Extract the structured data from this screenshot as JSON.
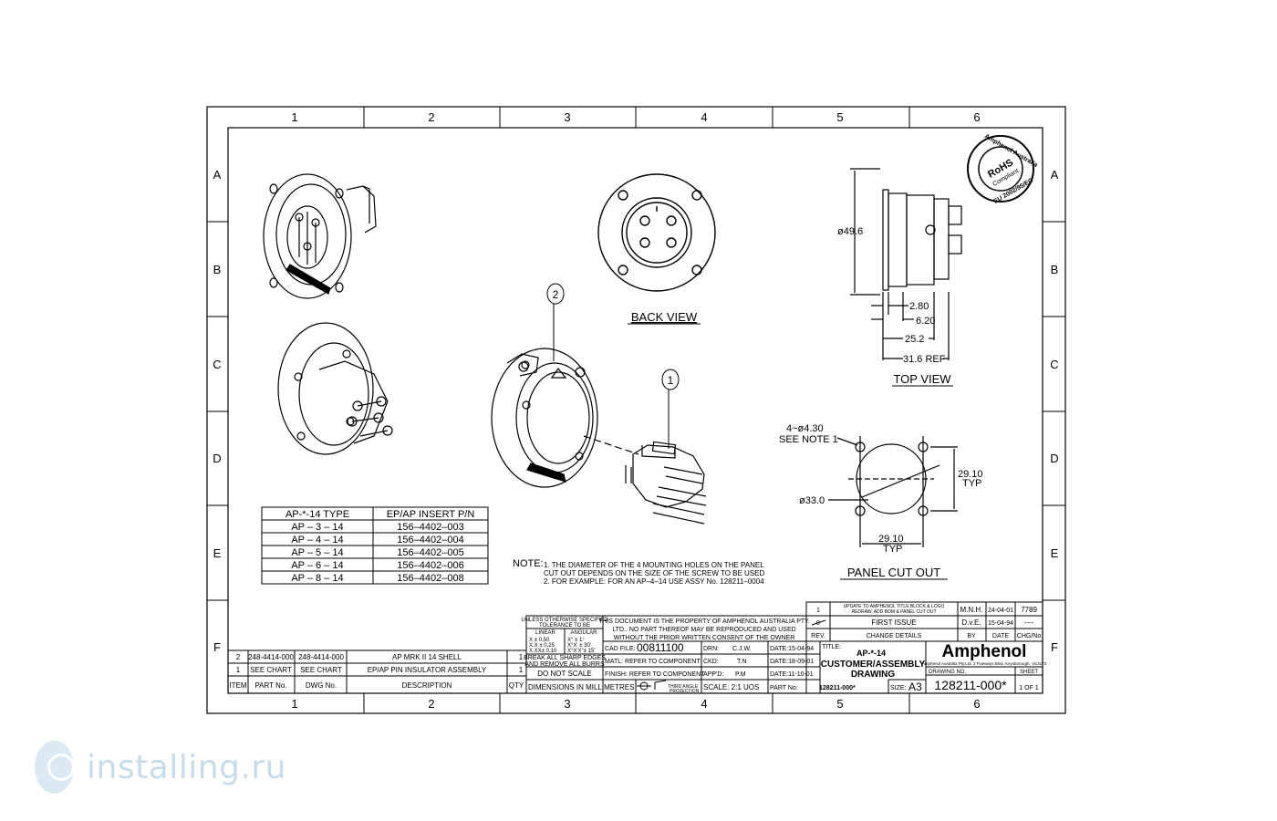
{
  "grid": {
    "cols": [
      "1",
      "2",
      "3",
      "4",
      "5",
      "6"
    ],
    "rows": [
      "A",
      "B",
      "C",
      "D",
      "E",
      "F"
    ]
  },
  "views": {
    "back_view": "BACK VIEW",
    "top_view": "TOP VIEW",
    "panel_cut_out": "PANEL CUT OUT"
  },
  "balloons": [
    "2",
    "1"
  ],
  "dims": {
    "top_dia": "ø49.6",
    "d280": "2.80",
    "d620": "6.20",
    "d252": "25.2",
    "d316": "31.6 REF",
    "holes1": "4~ø4.30",
    "holes2": "SEE NOTE 1",
    "cut_dia": "ø33.0",
    "cut_h1": "29.10",
    "cut_h2": "TYP",
    "cut_w1": "29.10",
    "cut_w2": "TYP"
  },
  "rohs": {
    "top": "Amphenol Australia",
    "mid1": "RoHS",
    "mid2": "Compliant",
    "bottom": "EU 2002/95/EC"
  },
  "type_table": {
    "headers": [
      "AP-*-14 TYPE",
      "EP/AP INSERT P/N"
    ],
    "rows": [
      [
        "AP – 3 – 14",
        "156–4402–003"
      ],
      [
        "AP – 4 – 14",
        "156–4402–004"
      ],
      [
        "AP – 5 – 14",
        "156–4402–005"
      ],
      [
        "AP – 6 – 14",
        "156–4402–006"
      ],
      [
        "AP – 8 – 14",
        "156–4402–008"
      ]
    ]
  },
  "notes": {
    "label": "NOTE:",
    "l1": "1. THE DIAMETER OF THE 4 MOUNTING HOLES ON THE PANEL",
    "l2": "CUT OUT DEPENDS ON THE SIZE OF THE SCREW TO BE USED",
    "l3": "2. FOR EXAMPLE: FOR AN AP–4–14 USE ASSY No. 128211–0004"
  },
  "bom": {
    "rows": [
      {
        "item": "2",
        "part": "248-4414-000",
        "dwg": "248-4414-000",
        "desc": "AP MRK II 14 SHELL",
        "qty": "1"
      },
      {
        "item": "1",
        "part": "SEE CHART",
        "dwg": "SEE CHART",
        "desc": "EP/AP PIN INSULATOR ASSEMBLY",
        "qty": "1"
      }
    ],
    "header": {
      "item": "ITEM",
      "part": "PART No.",
      "dwg": "DWG No.",
      "desc": "DESCRIPTION",
      "qty": "QTY"
    }
  },
  "tolerance": {
    "t1": "UNLESS OTHERWISE SPECIFIED",
    "t2": "TOLERANCE TO BE",
    "linear": "LINEAR",
    "angular": "ANGULAR",
    "l1": "X   ± 0.50",
    "l2": "X.X  ± 0.25",
    "l3": "X.XX± 0.10",
    "a1": "X°   ± 1°",
    "a2": "X°X'  ± 30'",
    "a3": "X°X'X\"± 15'",
    "break1": "BREAK ALL SHARP EDGES",
    "break2": "AND REMOVE ALL BURRS",
    "noscale": "DO NOT SCALE",
    "dims": "DIMENSIONS IN MILLIMETRES",
    "proj1": "THIRD ANGLE",
    "proj2": "PROJECTION"
  },
  "property": {
    "l1": "THIS DOCUMENT IS THE PROPERTY OF AMPHENOL AUSTRALIA PTY.",
    "l2": "LTD..  NO PART THEREOF MAY BE REPRODUCED AND USED",
    "l3": "WITHOUT THE PRIOR WRITTEN CONSENT OF THE OWNER"
  },
  "cad": {
    "cad_label": "CAD FILE:",
    "cad_value": "00811100",
    "matl": "MATL: REFER TO COMPONENT",
    "finish": "FINISH: REFER TO COMPONENT",
    "drn": "DRN:",
    "drn_v": "C.J.W.",
    "ckd": "CKD:",
    "ckd_v": "T.N",
    "app": "APP'D:",
    "app_v": "P.M",
    "scale": "SCALE: 2:1  UOS",
    "date1": "DATE:15-04-94",
    "date2": "DATE:18-09-01",
    "date3": "DATE:11-10-01",
    "partno": "PART No:",
    "partno_v": "128211-000*"
  },
  "revisions": [
    {
      "rev": "1",
      "desc1": "UPDATE TO AMPHENOL TITLE BLOCK & LOGO",
      "desc2": "REDRAW, ADD BOM & PANEL CUT OUT",
      "by": "M.N.H.",
      "date": "24-04-01",
      "chg": "7789"
    },
    {
      "rev": "0",
      "desc1": "FIRST ISSUE",
      "desc2": "",
      "by": "D.v.E.",
      "date": "15-04-94",
      "chg": "----"
    }
  ],
  "rev_header": {
    "rev": "REV.",
    "desc": "CHANGE DETAILS",
    "by": "BY",
    "date": "DATE",
    "chg": "CHG/No"
  },
  "title_block": {
    "title_label": "TITLE:",
    "t1": "AP-*-14",
    "t2": "CUSTOMER/ASSEMBLY",
    "t3": "DRAWING",
    "brand": "Amphenol",
    "address": "Amphenol Australia Pty.Ltd, 2 Fiveways Blvd, Keysborough, Vic3173",
    "drawing_no_label": "DRAWING NO.",
    "sheet_label": "SHEET",
    "size_label": "SIZE:",
    "size": "A3",
    "drawing_no": "128211-000*",
    "sheet": "1 OF 1"
  },
  "watermark": "installing.ru"
}
